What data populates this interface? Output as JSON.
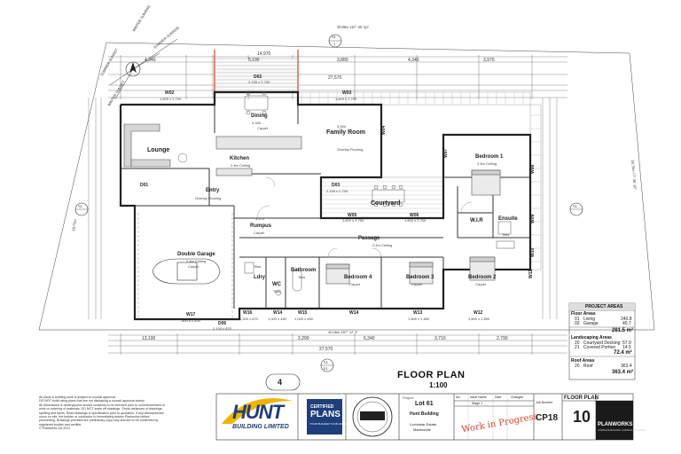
{
  "sheet": {
    "title": "FLOOR PLAN",
    "scale": "1:100",
    "ref_number": "4",
    "section_top": "S1",
    "section_bottom": "S1",
    "section_left": "S1",
    "section_right": "S1",
    "section_top_num": "1",
    "section_bottom_num": "E1"
  },
  "compass": {
    "winter_sunrise": "WINTER SUNRISE",
    "summer_sunrise": "SUMMER SUNRISE",
    "summer_sunset": "SUMMER SUNSET",
    "winter_sunset": "WINTER SUNSET"
  },
  "rooms": {
    "dining": "Dining",
    "family_room": "Family Room",
    "kitchen": "Kitchen",
    "lounge": "Lounge",
    "entry": "Entry",
    "courtyard": "Courtyard",
    "rumpus": "Rumpus",
    "passage": "Passage",
    "double_garage": "Double Garage",
    "bathroom": "Bathroom",
    "ldry": "Ldry",
    "wc": "WC",
    "bedroom4": "Bedroom 4",
    "bedroom3": "Bedroom 3",
    "bedroom2": "Bedroom 2",
    "bedroom1": "Bedroom 1",
    "wir": "W.I.R",
    "ensuite": "Ensuite"
  },
  "finishes": {
    "family": "Overlay Flooring",
    "entry": "Overlay Flooring",
    "kitchen_ceiling": "2.4m Ceiling",
    "bedroom1_ceiling": "2.4m Ceiling",
    "garage_ceiling": "2.4m Ceiling",
    "garage_floor": "Carpet",
    "rumpus": "Carpet",
    "bed4": "Carpet",
    "bed3": "Carpet",
    "bed2": "Carpet",
    "bathroom": "Tiles",
    "ldry": "Tiles",
    "wc": "Tiles",
    "ensuite": "Tiles",
    "passage_ceiling": "2.4m Ceiling",
    "dining": "Carpet"
  },
  "windows": {
    "w02": "W02",
    "w02_size": "1,600 x 2,700",
    "d02": "D02",
    "d02_size": "2,155 x 2,700",
    "w03": "W03",
    "w03_size": "1,600 x 2,700",
    "d01": "D01",
    "d03": "D03",
    "d03_size": "2,155 x 2,700",
    "w04": "W04",
    "w05": "W05",
    "w05_size": "1,600 x 2,700",
    "w06": "W06",
    "w06_size": "1,600 x 2,700",
    "w07": "W07",
    "w08": "W08",
    "w09": "W09",
    "w10": "W10",
    "w11": "W11",
    "w17": "W17",
    "w17_size": "800 x 2,400",
    "d06": "D06",
    "d06_size": "2,155 x 870",
    "w16": "W16",
    "w16_size": "1,200 x 870",
    "w14": "W14",
    "w14_size": "1,000 x 450",
    "w15": "W15",
    "w15_size": "1,000 x 450",
    "w14b": "W14",
    "w13": "W13",
    "w13_size": "1,800 x 1,800",
    "w12": "W12",
    "w12_size": "1,800 x 1,800"
  },
  "dimensions": {
    "top_total": "27,570",
    "top_a": "14,970",
    "top_b": "3,880",
    "top_c": "4,340",
    "top_d": "3,970",
    "top_e": "4,340",
    "top_f": "5,190",
    "bottom_total": "27,570",
    "bottom_a": "13,190",
    "bottom_b": "2,290",
    "bottom_c": "6,340",
    "bottom_d": "3,710",
    "bottom_e": "2,790",
    "dining": "4,340",
    "family": "3,450",
    "rumpus": "3,270",
    "boundary_top": "39.86m 167° 55' 50\"",
    "boundary_bottom": "40.06m 157° 12' 3\"",
    "boundary_right": "18.75m 77° 36' 10\"",
    "boundary_left": "18.75m"
  },
  "project_areas": {
    "header": "PROJECT AREAS",
    "floor_header": "Floor Areas",
    "floor_items": [
      {
        "code": "01",
        "name": "Living",
        "value": "240.8"
      },
      {
        "code": "02",
        "name": "Garage",
        "value": "40.7"
      }
    ],
    "floor_total": "281.5 m²",
    "landscape_header": "Landscaping Areas",
    "landscape_items": [
      {
        "code": "20",
        "name": "Courtyard Decking",
        "value": "57.9"
      },
      {
        "code": "21",
        "name": "Covered Portion",
        "value": "14.5"
      }
    ],
    "landscape_total": "72.4 m²",
    "roof_header": "Roof Areas",
    "roof_items": [
      {
        "code": "20",
        "name": "Roof",
        "value": "363.4"
      }
    ],
    "roof_total": "363.4 m²"
  },
  "notes": [
    "All plans & building work is subject to council approval.",
    "DO NOT build using plans that are not displaying a council approval stamp.",
    "All dimensions & underground service locations to be checked prior to commencement of",
    "work or ordering of materials. DO NOT scale off drawings. Gross variances of drawings,",
    "spelling and faults. Read drawings & specification prior to quotation. If any discrepancies",
    "occur on site, the builder or contractor to immediately advise Planworks before",
    "proceeding. Drawings provided are preliminary copy only and are to be confirmed by",
    "registered builder and certifier.",
    "© Planworks Ltd 2021"
  ],
  "title_block": {
    "company": "HUNT",
    "company_sub": "BUILDING LIMITED",
    "cert_line1": "CERTIFIED",
    "cert_line2": "PLANS",
    "cert_line3": "YOUR BUILDER YOUR HOME",
    "project_label": "Project",
    "lot": "Lot 61",
    "client": "Hunt Building",
    "address1": "Lochinbar Estate,",
    "address2": "Martinsville",
    "rev_header_no": "No.",
    "rev_header_issue": "Issue Name",
    "rev_header_date": "Date",
    "rev_header_changes": "Changes",
    "rev_issue": "Stage 1",
    "wip": "Work in Progress",
    "job_label": "Job Number",
    "job_number": "CP18",
    "sheet_label": "FLOOR PLAN",
    "sheet_number": "10",
    "brand": "PLANWORKS",
    "brand_sub": "COMPLETE BUILDING & DESIGN SOLUTIONS"
  }
}
